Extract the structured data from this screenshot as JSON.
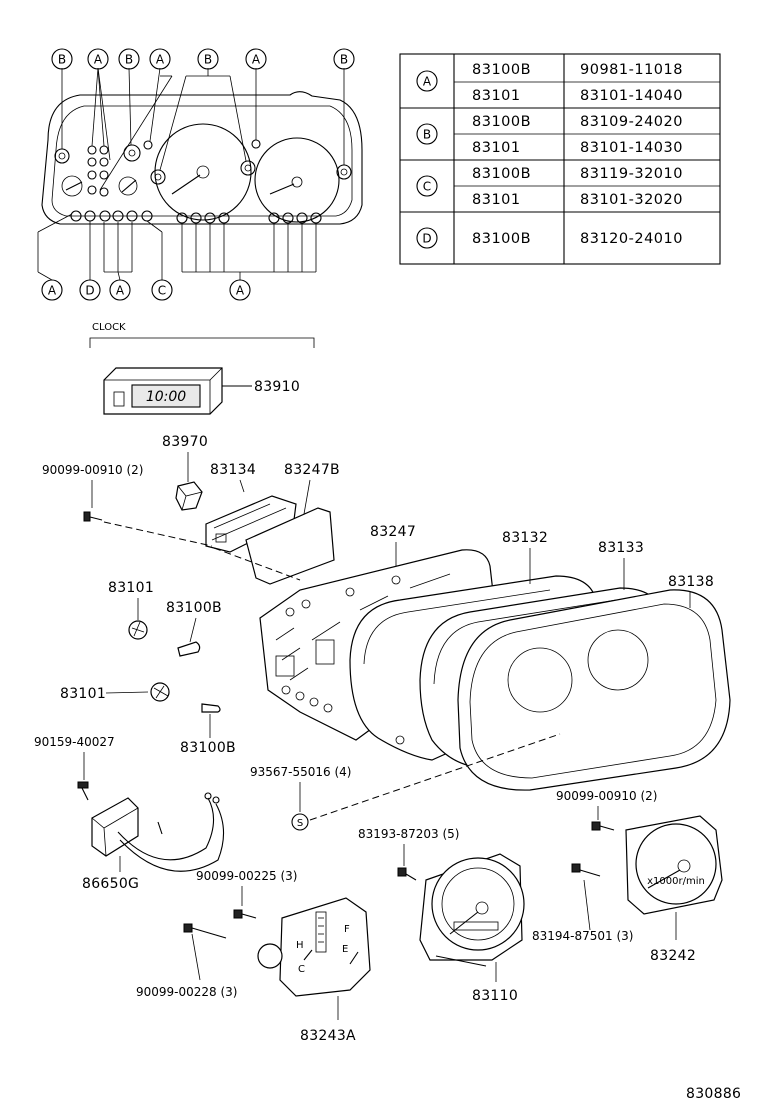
{
  "legend_table": {
    "rows": [
      {
        "key": "A",
        "cells": [
          [
            "83100B",
            "90981-11018"
          ],
          [
            "83101",
            "83101-14040"
          ]
        ]
      },
      {
        "key": "B",
        "cells": [
          [
            "83100B",
            "83109-24020"
          ],
          [
            "83101",
            "83101-14030"
          ]
        ]
      },
      {
        "key": "C",
        "cells": [
          [
            "83100B",
            "83119-32010"
          ],
          [
            "83101",
            "83101-32020"
          ]
        ]
      },
      {
        "key": "D",
        "cells": [
          [
            "83100B",
            "83120-24010"
          ]
        ]
      }
    ]
  },
  "overview_callouts": {
    "top": [
      "B",
      "A",
      "B",
      "A",
      "B",
      "A",
      "B"
    ],
    "bottom": [
      "A",
      "D",
      "A",
      "C",
      "A"
    ]
  },
  "labels": {
    "clock_heading": "CLOCK",
    "p83910": "83910",
    "p83970": "83970",
    "p90099_00910_left": "90099-00910 (2)",
    "p83134": "83134",
    "p83247B": "83247B",
    "p83247": "83247",
    "p83132": "83132",
    "p83133": "83133",
    "p83138": "83138",
    "p83101_a": "83101",
    "p83100B_a": "83100B",
    "p83101_b": "83101",
    "p83100B_b": "83100B",
    "p90159_40027": "90159-40027",
    "p93567_55016": "93567-55016 (4)",
    "p90099_00910_right": "90099-00910 (2)",
    "p83193_87203": "83193-87203 (5)",
    "p86650G": "86650G",
    "p90099_00225": "90099-00225 (3)",
    "p83194_87501": "83194-87501 (3)",
    "p83242": "83242",
    "p90099_00228": "90099-00228 (3)",
    "p83110": "83110",
    "p83243A": "83243A",
    "diagram_id": "830886"
  },
  "clock_display": "10:00",
  "gauge_text": {
    "temp_h": "H",
    "temp_c": "C",
    "fuel_e": "E",
    "fuel_f": "F",
    "speedo_unit": "x1000r/min"
  },
  "screw_symbol": "S"
}
